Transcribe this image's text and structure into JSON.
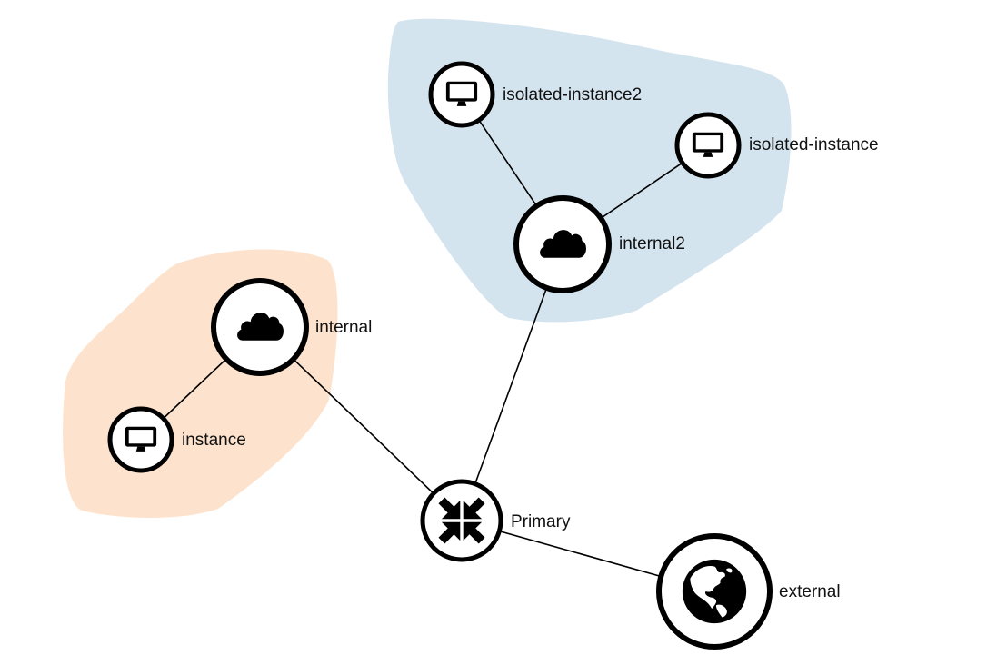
{
  "colors": {
    "isolated_group": "#d4e4ef",
    "internal_group": "#fde3cd",
    "stroke": "#000000",
    "background": "#ffffff"
  },
  "nodes": {
    "isolated_instance2": {
      "label": "isolated-instance2",
      "icon": "monitor-icon"
    },
    "isolated_instance": {
      "label": "isolated-instance",
      "icon": "monitor-icon"
    },
    "internal2": {
      "label": "internal2",
      "icon": "cloud-icon"
    },
    "internal": {
      "label": "internal",
      "icon": "cloud-icon"
    },
    "instance": {
      "label": "instance",
      "icon": "monitor-icon"
    },
    "primary": {
      "label": "Primary",
      "icon": "router-arrows-icon"
    },
    "external": {
      "label": "external",
      "icon": "globe-icon"
    }
  },
  "links": [
    [
      "isolated_instance2",
      "internal2"
    ],
    [
      "isolated_instance",
      "internal2"
    ],
    [
      "internal2",
      "primary"
    ],
    [
      "internal",
      "instance"
    ],
    [
      "internal",
      "primary"
    ],
    [
      "primary",
      "external"
    ]
  ]
}
